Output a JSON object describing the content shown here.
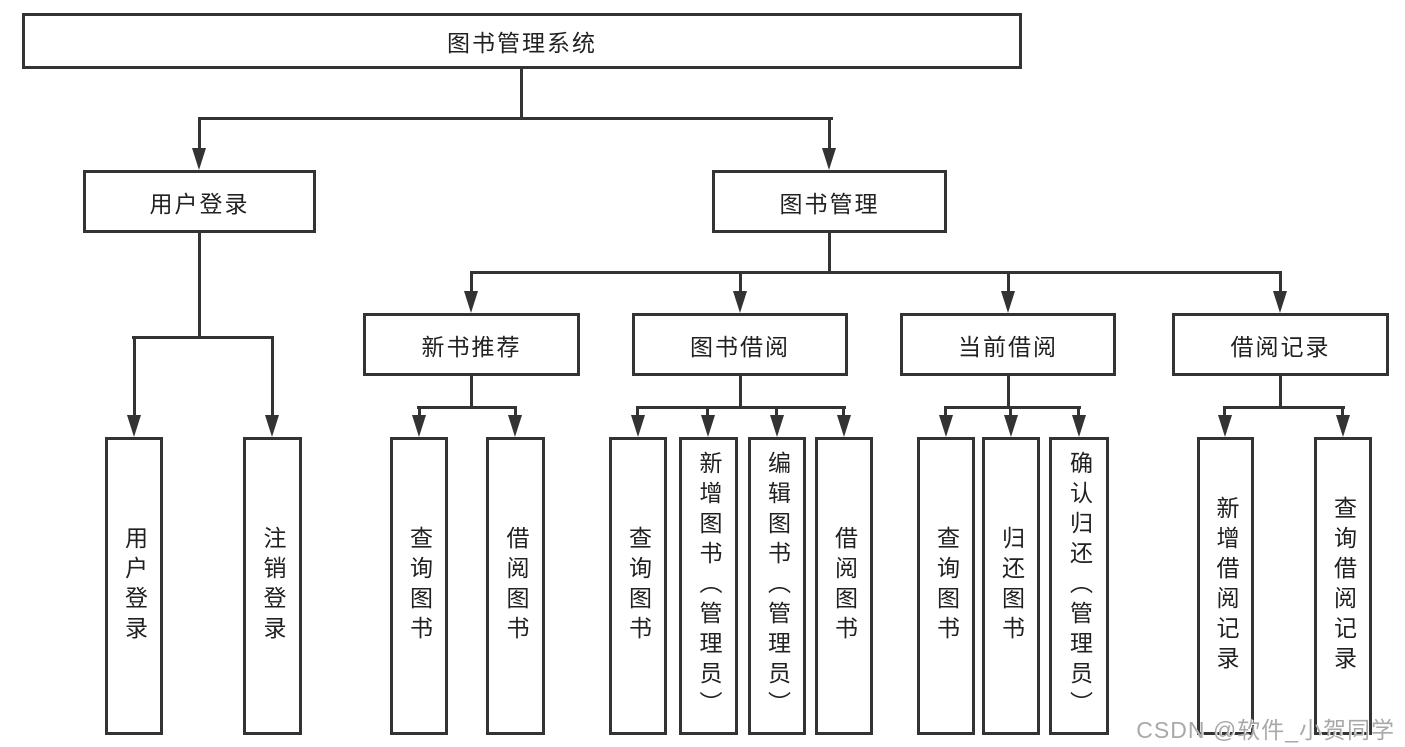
{
  "diagram": {
    "root": "图书管理系统",
    "level2": {
      "user_login": "用户登录",
      "book_mgmt": "图书管理"
    },
    "level3": {
      "new_books": "新书推荐",
      "book_borrow": "图书借阅",
      "current_borrow": "当前借阅",
      "borrow_records": "借阅记录"
    },
    "leaves": {
      "user_login": [
        "用户登录",
        "注销登录"
      ],
      "new_books": [
        "查询图书",
        "借阅图书"
      ],
      "book_borrow": [
        "查询图书",
        "新增图书（管理员）",
        "编辑图书（管理员）",
        "借阅图书"
      ],
      "current_borrow": [
        "查询图书",
        "归还图书",
        "确认归还（管理员）"
      ],
      "borrow_records": [
        "新增借阅记录",
        "查询借阅记录"
      ]
    }
  },
  "watermark": "CSDN @软件_小贺同学",
  "colors": {
    "line": "#333333",
    "text": "#212121",
    "watermark": "#a9a9a9"
  }
}
